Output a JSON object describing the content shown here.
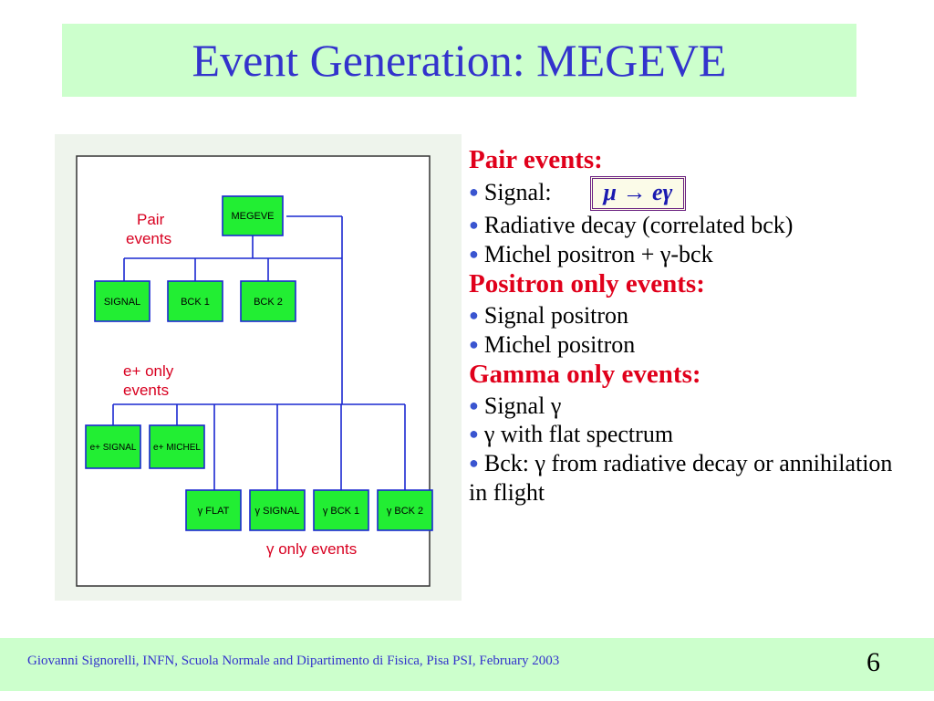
{
  "title": "Event Generation: MEGEVE",
  "diagram": {
    "root": "MEGEVE",
    "pair_label": [
      "Pair",
      "events"
    ],
    "pair_boxes": [
      "SIGNAL",
      "BCK 1",
      "BCK 2"
    ],
    "positron_label": [
      "e+ only",
      "events"
    ],
    "positron_boxes": [
      "e+ SIGNAL",
      "e+ MICHEL"
    ],
    "gamma_boxes": [
      "γ FLAT",
      "γ SIGNAL",
      "γ BCK 1",
      "γ BCK 2"
    ],
    "gamma_label": "γ only events"
  },
  "content": {
    "pair_heading": "Pair events:",
    "signal_label": "Signal:",
    "signal_formula": "μ → eγ",
    "radiative": "Radiative decay (correlated bck)",
    "michel_gamma": "Michel positron + γ-bck",
    "positron_heading": "Positron only events:",
    "signal_positron": "Signal positron",
    "michel_positron": "Michel positron",
    "gamma_heading": "Gamma only events:",
    "signal_gamma": "Signal γ",
    "flat_spectrum": "γ with flat spectrum",
    "bck_line": "Bck: γ from radiative decay or annihilation in flight"
  },
  "footer": {
    "text": "Giovanni Signorelli, INFN, Scuola Normale and  Dipartimento di Fisica, Pisa    PSI, February 2003",
    "page": "6"
  },
  "colors": {
    "title": "#3333cc",
    "title_bg": "#ccffcc",
    "heading": "#e0001b",
    "box_fill": "#22ee33",
    "line": "#1a28d0"
  }
}
